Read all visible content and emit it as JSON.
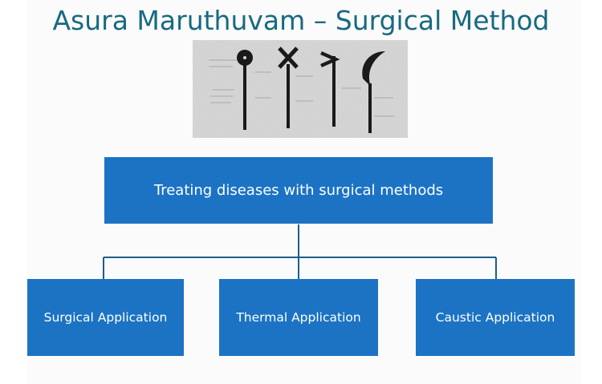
{
  "title": "Asura Maruthuvam – Surgical Method",
  "image": {
    "description_icon": "surgical-instruments-image"
  },
  "diagram": {
    "root": {
      "label": "Treating diseases with surgical methods"
    },
    "children": [
      {
        "label": "Surgical Application"
      },
      {
        "label": "Thermal Application"
      },
      {
        "label": "Caustic Application"
      }
    ]
  },
  "colors": {
    "title": "#176a80",
    "box": "#1c73c4",
    "box_text": "#ffffff",
    "connector": "#1c5f8a"
  }
}
